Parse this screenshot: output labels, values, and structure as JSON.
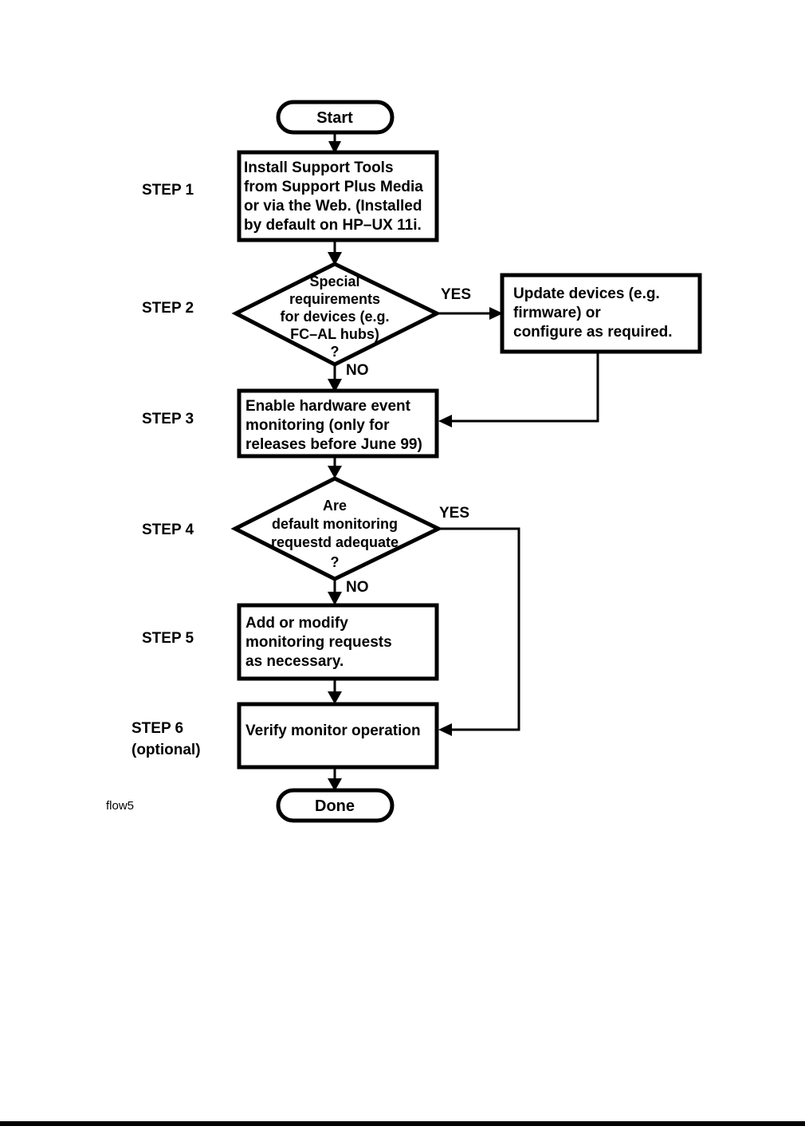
{
  "page": {
    "caption": "flow5",
    "footer_rule": true
  },
  "colors": {
    "ink": "#000000",
    "paper": "#ffffff"
  },
  "chart_data": {
    "type": "diagram",
    "title": "",
    "nodes": [
      {
        "id": "start",
        "shape": "terminal",
        "text": "Start"
      },
      {
        "id": "step1",
        "shape": "process",
        "step_label": "STEP 1",
        "lines": [
          "Install Support Tools",
          "from Support Plus Media",
          "or via the Web.  (Installed",
          "by default on HP–UX 11i."
        ]
      },
      {
        "id": "step2",
        "shape": "decision",
        "step_label": "STEP 2",
        "lines": [
          "Special",
          "requirements",
          "for devices (e.g.",
          "FC–AL hubs)",
          "?"
        ]
      },
      {
        "id": "update",
        "shape": "process",
        "step_label": "",
        "lines": [
          "Update devices (e.g.",
          "firmware) or",
          "configure as required."
        ]
      },
      {
        "id": "step3",
        "shape": "process",
        "step_label": "STEP 3",
        "lines": [
          "Enable hardware event",
          "monitoring (only for",
          "releases before June 99)"
        ]
      },
      {
        "id": "step4",
        "shape": "decision",
        "step_label": "STEP 4",
        "lines": [
          "Are",
          "default  monitoring",
          "requestd adequate",
          "?"
        ]
      },
      {
        "id": "step5",
        "shape": "process",
        "step_label": "STEP 5",
        "lines": [
          "Add or modify",
          "monitoring requests",
          "as necessary."
        ]
      },
      {
        "id": "step6",
        "shape": "process",
        "step_label": "STEP 6",
        "step_label_2": "(optional)",
        "lines": [
          "Verify monitor operation"
        ]
      },
      {
        "id": "done",
        "shape": "terminal",
        "text": "Done"
      }
    ],
    "edges": [
      {
        "from": "start",
        "to": "step1",
        "label": ""
      },
      {
        "from": "step1",
        "to": "step2",
        "label": ""
      },
      {
        "from": "step2",
        "to": "update",
        "label": "YES"
      },
      {
        "from": "step2",
        "to": "step3",
        "label": "NO"
      },
      {
        "from": "update",
        "to": "step3",
        "label": ""
      },
      {
        "from": "step3",
        "to": "step4",
        "label": ""
      },
      {
        "from": "step4",
        "to": "step6",
        "label": "YES"
      },
      {
        "from": "step4",
        "to": "step5",
        "label": "NO"
      },
      {
        "from": "step5",
        "to": "step6",
        "label": ""
      },
      {
        "from": "step6",
        "to": "done",
        "label": ""
      }
    ]
  }
}
